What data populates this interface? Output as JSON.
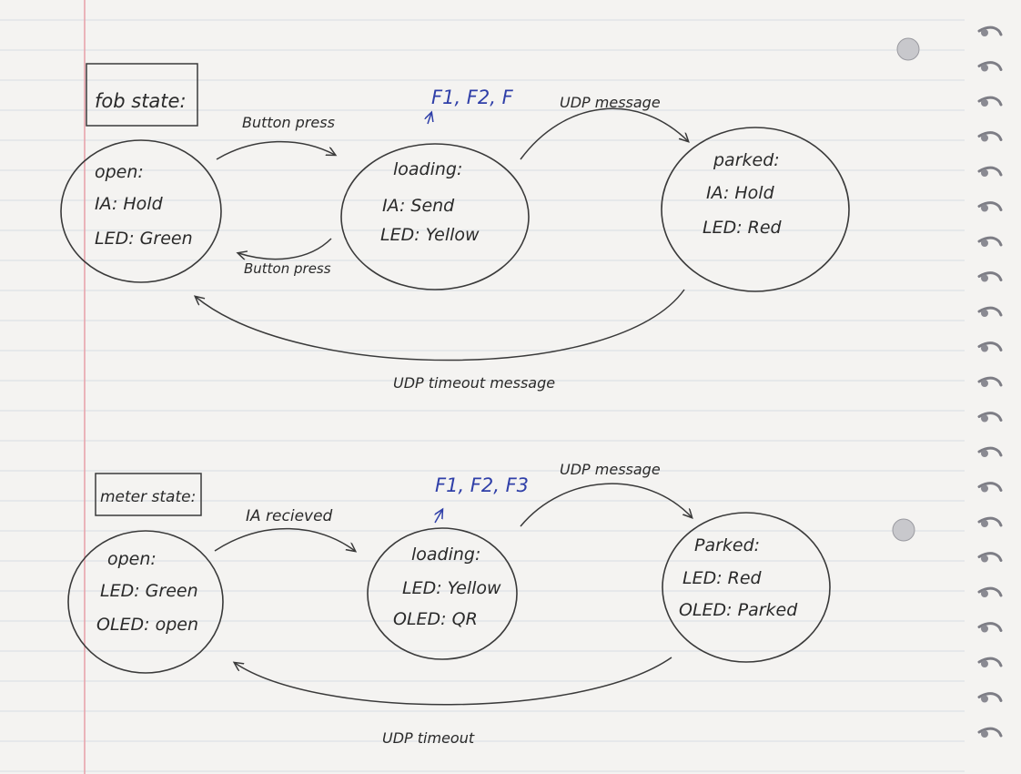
{
  "diagrams": [
    {
      "title": "fob state:",
      "states": [
        {
          "name": "open:",
          "lines": [
            "IA: Hold",
            "LED: Green"
          ]
        },
        {
          "name": "loading:",
          "lines": [
            "IA: Send",
            "LED: Yellow"
          ]
        },
        {
          "name": "parked:",
          "lines": [
            "IA: Hold",
            "LED: Red"
          ]
        }
      ],
      "transitions": [
        {
          "label": "Button press"
        },
        {
          "label": "Button press"
        },
        {
          "label": "UDP message"
        },
        {
          "label": "UDP timeout message"
        }
      ],
      "annotation": "F1, F2, F"
    },
    {
      "title": "meter state:",
      "states": [
        {
          "name": "open:",
          "lines": [
            "LED: Green",
            "OLED: open"
          ]
        },
        {
          "name": "loading:",
          "lines": [
            "LED: Yellow",
            "OLED: QR"
          ]
        },
        {
          "name": "Parked:",
          "lines": [
            "LED: Red",
            "OLED: Parked"
          ]
        }
      ],
      "transitions": [
        {
          "label": "IA recieved"
        },
        {
          "label": "UDP message"
        },
        {
          "label": "UDP timeout"
        }
      ],
      "annotation": "F1, F2, F3"
    }
  ]
}
